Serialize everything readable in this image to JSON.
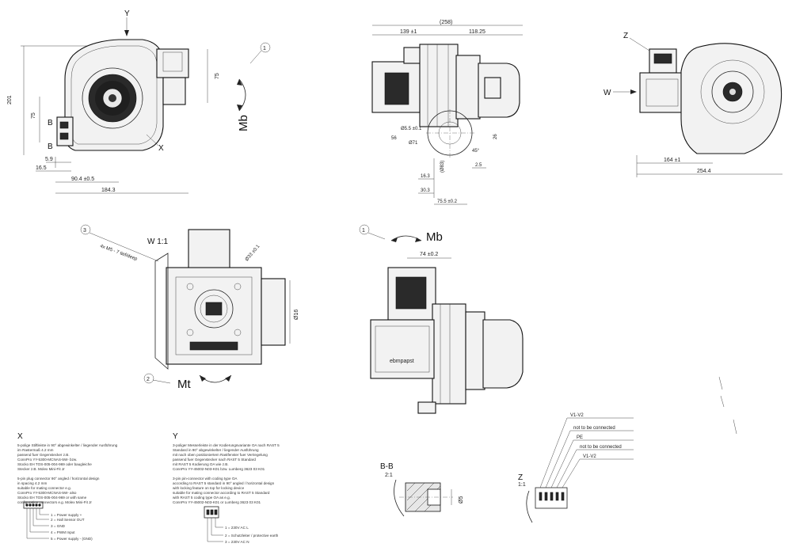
{
  "views": {
    "front": {
      "axis_y": "Y",
      "marker_x": "X",
      "section_b_top": "B",
      "section_b_bottom": "B",
      "dims": {
        "h201": "201",
        "h75_left": "75",
        "h75_right": "75",
        "w5_9": "5.9",
        "w16_5": "16.5",
        "w90_4": "90.4 ±0.5",
        "w184_3": "184.3"
      }
    },
    "moment_1": {
      "callout": "1",
      "label": "Mb"
    },
    "side": {
      "dims": {
        "total": "(258)",
        "left": "139 ±1",
        "right": "118.25",
        "d5_5": "Ø5.5 ±0.1",
        "d71": "Ø71",
        "h56": "56",
        "d83": "(Ø83)",
        "h16_3": "16.3",
        "w2_5": "2.5",
        "h30_3": "30.3",
        "w75_5": "75.5 ±0.2",
        "angle45": "45°",
        "h26": "26"
      }
    },
    "top_right": {
      "label_z": "Z",
      "label_w": "W",
      "dims": {
        "w164": "164 ±1",
        "w254_4": "254.4"
      }
    },
    "view_w": {
      "title": "W 1:1",
      "callout": "3",
      "callout_note": "4x M5 - 7 tief/deep",
      "diameter": "Ø33 ±0.1",
      "d16": "Ø16",
      "moment_callout": "2",
      "moment_label": "Mt"
    },
    "bottom_center": {
      "callout": "1",
      "moment_label": "Mb",
      "dim": "74 ±0.2",
      "brand": "ebmpapst"
    }
  },
  "notes": {
    "x": {
      "title": "X",
      "lines": [
        "5-polige Stiftleiste in 90° abgewinkelter / liegender Ausführung",
        "im Rastermaß 4.2 mm",
        "passend fuer Gegenstecker z.B.",
        "ConnPro YY-5300-MCNAS-5W- bzw.",
        "Stocko EH TOS-005-004-969 oder baugleiche",
        "Stecker z.B. Molex Mini-Fit Jr",
        "",
        "5-pin plug connector 90° angled / horizontal design",
        "in spacing 4.2 mm",
        "suitable for mating connector e.g.",
        "ConnPro YY-5300-MCNAS-5W- also",
        "Stocko EH TOS-005-004-969 or with same",
        "configuration connectors e.g. Molex Mini-Fit Jr"
      ],
      "pins": [
        "1 = Power supply +",
        "2 = Hall Sensor OUT",
        "3 = GND",
        "4 = PWM Input",
        "5 = Power supply - (GND)"
      ]
    },
    "y": {
      "title": "Y",
      "lines": [
        "3-poliger Messerleiste in der Kodierungsvariante OA nach RAST 5",
        "Standard in 90° abgewinkelter / liegender Ausführung",
        "mit nach oben positioniertem Rastfenster fuer Verriegelung",
        "passend fuer Gegenstecker nach RAST 5 Standard",
        "mit RAST 5 Kodierung OA wie z.B.",
        "ConnPro YY-45002-N03-K01 bzw. Lumberg 3623 03 K01",
        "",
        "3-pin pin-connector with coding type OA",
        "according to RAST 5 standard in 90° angled / horizontal design",
        "with locking feature on top for locking device",
        "suitable for mating connector according to RAST 5 Standard",
        "with RAST 5 coding type OA as e.g.",
        "ConnPro YY-45002-N03-K01 or Lumberg 3623 03 K01"
      ],
      "pins": [
        "1 = 230V AC L",
        "2 = Schutzleiter / protective earth",
        "3 = 230V AC N"
      ]
    },
    "bb": {
      "title": "B-B",
      "scale": "2:1",
      "dim": "Ø5"
    },
    "z": {
      "title": "Z",
      "scale": "1:1",
      "pins": [
        "V1-V2",
        "not to be connected",
        "PE",
        "not to be connected",
        "V1-V2"
      ]
    }
  }
}
